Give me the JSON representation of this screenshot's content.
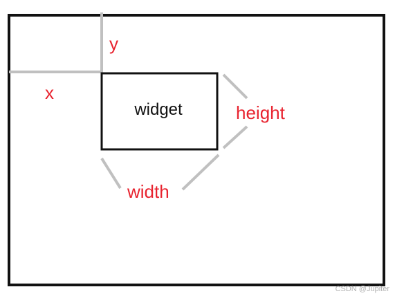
{
  "labels": {
    "widget": "widget",
    "x": "x",
    "y": "y",
    "width": "width",
    "height": "height"
  },
  "watermark": "CSDN @Jupiter",
  "colors": {
    "label_red": "#e8232f",
    "guide_gray": "#c0c0c0",
    "outline_black": "#111111"
  }
}
